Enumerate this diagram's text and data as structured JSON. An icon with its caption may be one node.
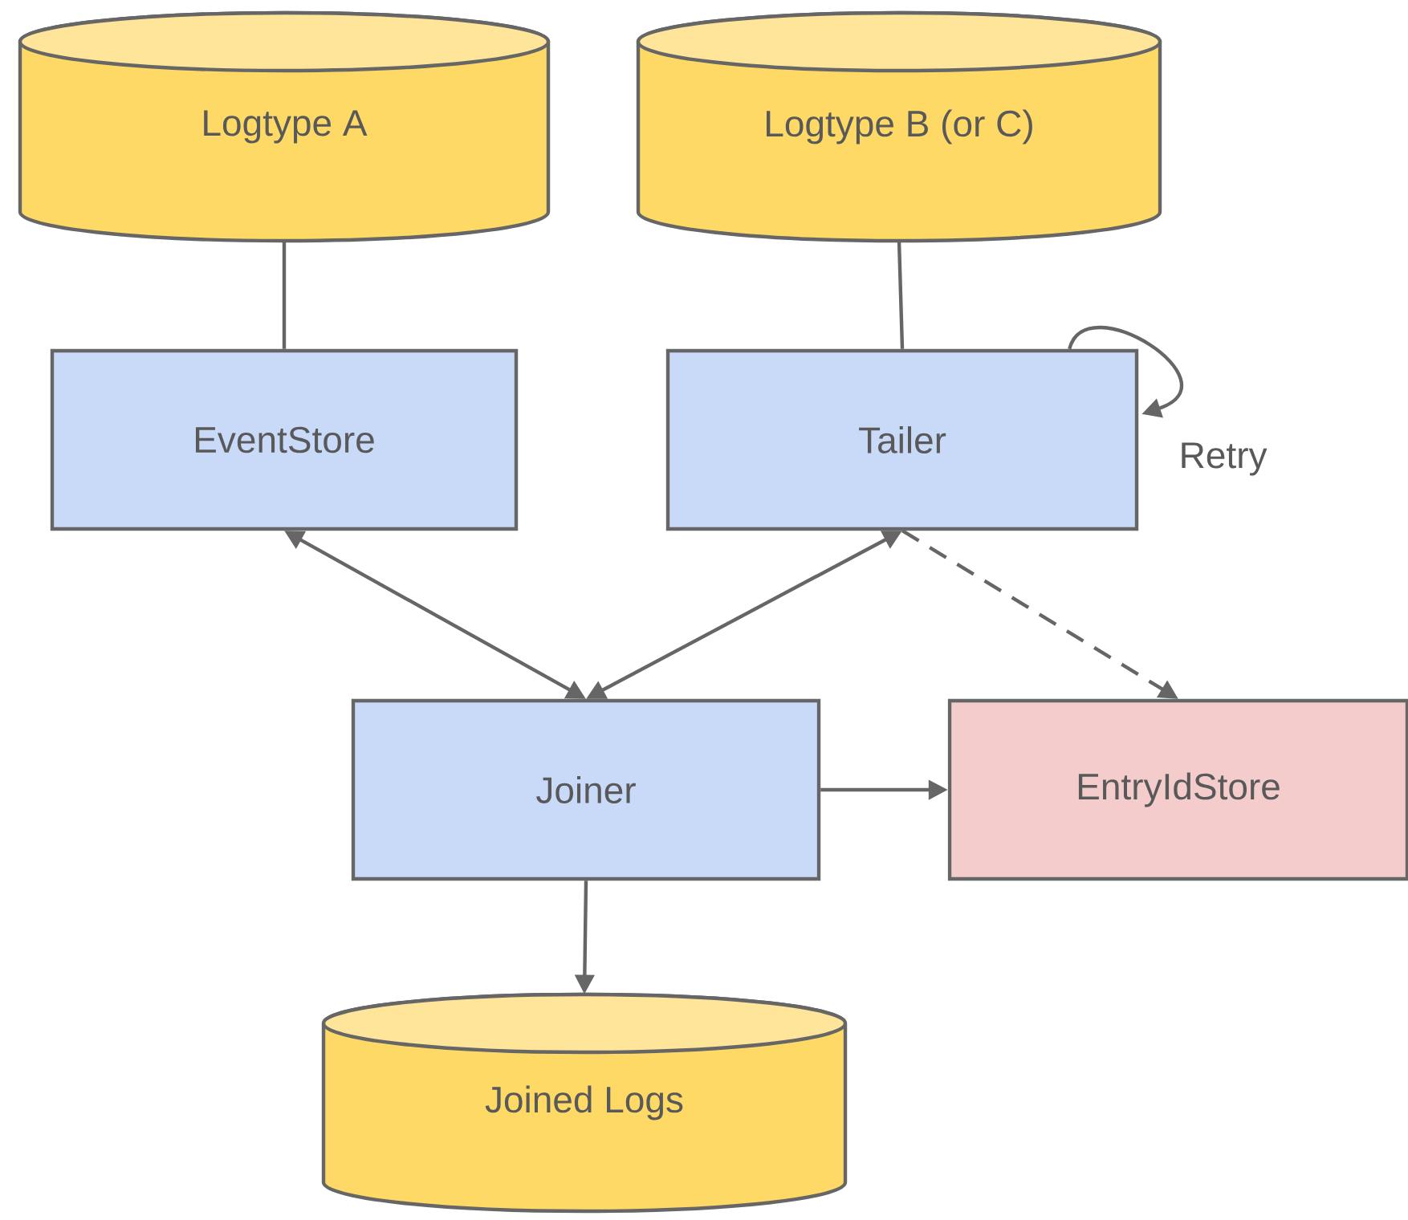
{
  "diagram": {
    "nodes": [
      {
        "text": [
          "Logtype A"
        ]
      },
      {
        "text": [
          "Logtype B (or C)"
        ]
      },
      {
        "text": [
          "EventStore"
        ]
      },
      {
        "text": [
          "Tailer"
        ]
      },
      {
        "text": [
          "Joiner"
        ]
      },
      {
        "text": [
          "EntryIdStore"
        ]
      },
      {
        "text": [
          "Joined Logs"
        ]
      }
    ],
    "edges": [
      {
        "from": 0,
        "to": 2,
        "arrow": "none"
      },
      {
        "from": 1,
        "to": 3,
        "arrow": "none"
      },
      {
        "from": 3,
        "to": 3,
        "arrow": "to",
        "label": "Retry"
      },
      {
        "from": 2,
        "to": 4,
        "arrow": "both"
      },
      {
        "from": 3,
        "to": 4,
        "arrow": "both"
      },
      {
        "from": 3,
        "to": 5,
        "arrow": "to",
        "style": "dashed"
      },
      {
        "from": 4,
        "to": 5,
        "arrow": "to"
      },
      {
        "from": 4,
        "to": 6,
        "arrow": "to"
      }
    ]
  }
}
